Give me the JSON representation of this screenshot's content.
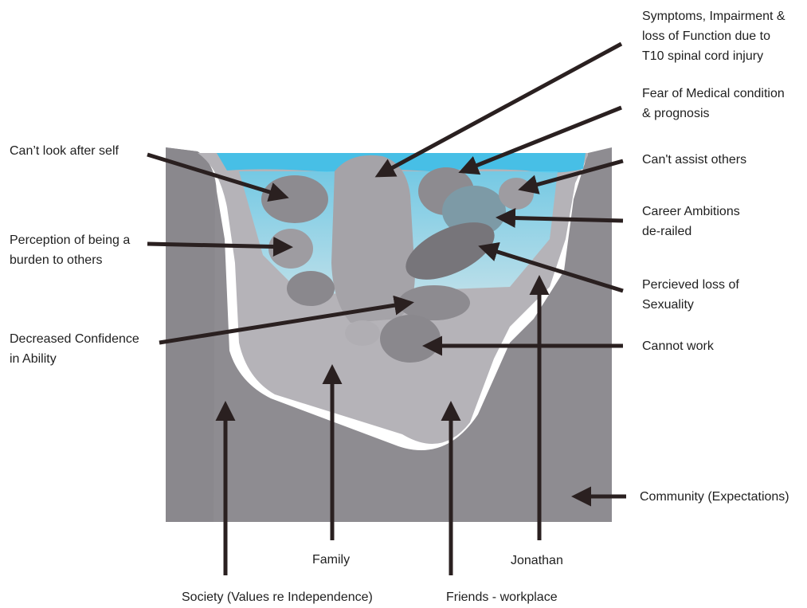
{
  "labels": {
    "symptoms": "Symptoms, Impairment &\nloss of Function due to\nT10 spinal cord injury",
    "fear": "Fear of Medical condition\n& prognosis",
    "cant_assist": "Can't assist others",
    "career": "Career Ambitions\nde-railed",
    "sexuality": "Percieved loss of\nSexuality",
    "cannot_work": "Cannot work",
    "community": "Community (Expectations)",
    "cant_look_after": "Can’t look after self",
    "burden": "Perception of being a\nburden to others",
    "confidence": "Decreased Confidence\nin Ability",
    "family": "Family",
    "jonathan": "Jonathan",
    "society": "Society (Values re Independence)",
    "friends": "Friends - workplace"
  },
  "colors": {
    "outer_layer": "#8e8c91",
    "inner_layer": "#b5b3b8",
    "water": "#47bfe6",
    "rock": "#8d8b90",
    "arrow": "#2a2020",
    "text": "#1f1f1f"
  }
}
